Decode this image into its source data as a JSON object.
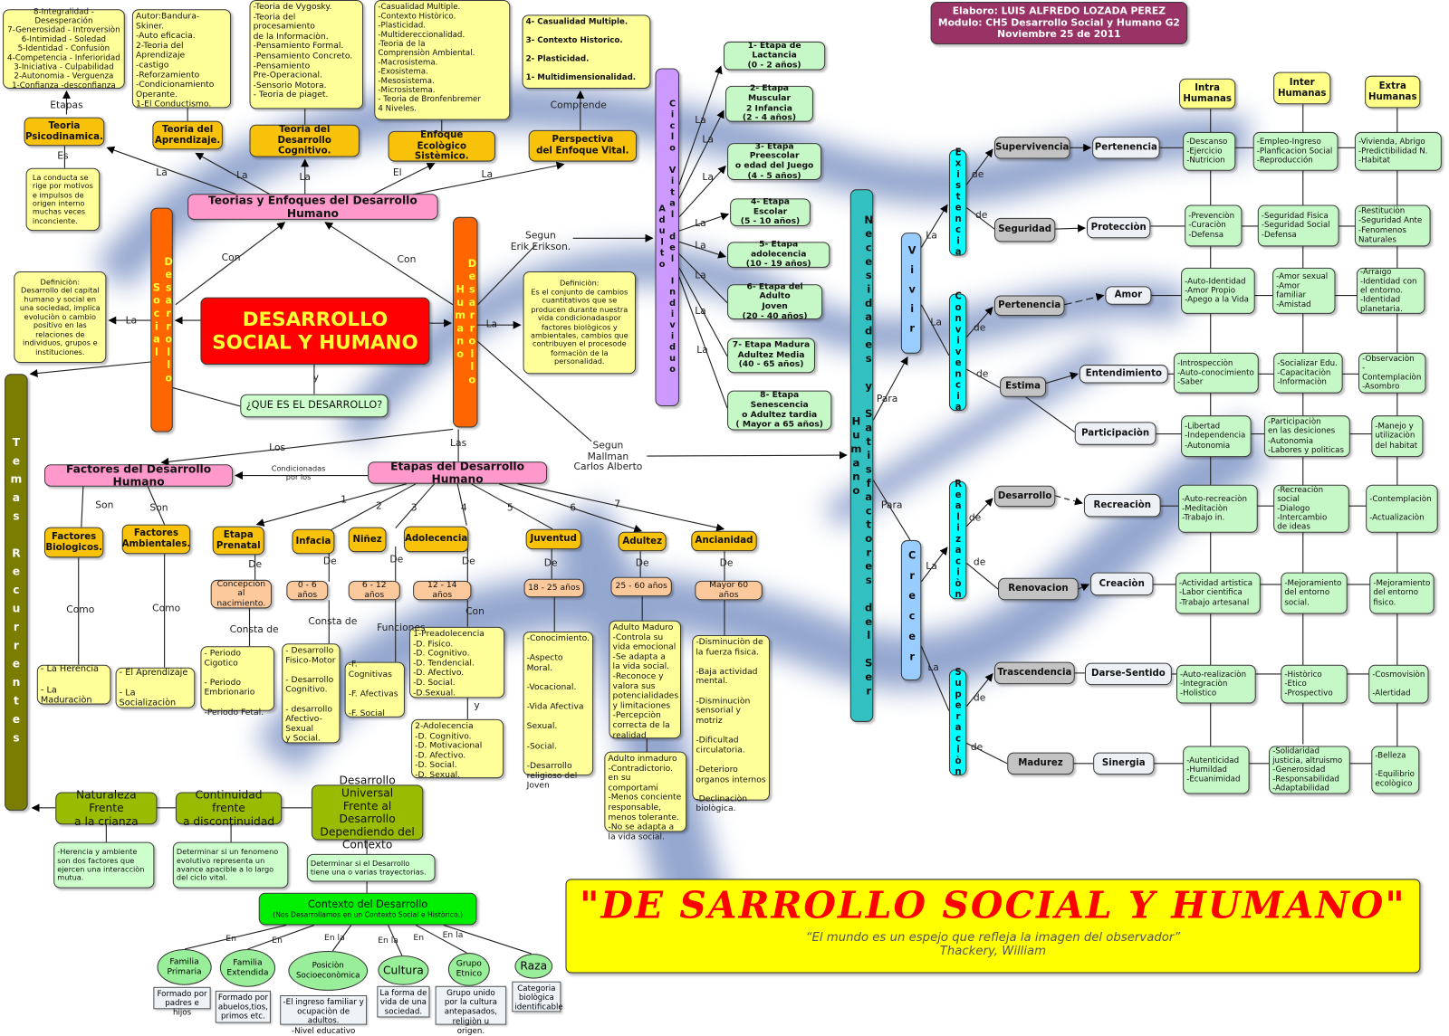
{
  "header": {
    "author": "Elaboro: LUIS ALFREDO LOZADA PEREZ\nModulo: CH5 Desarrollo Social y Humano G2\nNoviembre 25 de 2011"
  },
  "banner": {
    "title": "\"DE SARROLLO SOCIAL Y HUMANO\"",
    "quote": "“El mundo es un espejo que refleja la imagen del observador”\nThackery, William",
    "bg_color": "#ffff00",
    "title_color": "#ff0000"
  },
  "n": {
    "etapas_list": "8-Integralidad - Desesperación\n7-Generosidad - Introversiòn\n6-Intimidad - Soledad\n5-Identidad - Confusiòn\n4-Competencia - Inferioridad\n3-Iniciativa - Culpabilidad\n2-Autonomia - Verguenza\n1-Confianza -desconfianza",
    "psico": "Teoria\nPsicodinamica.",
    "conducta": "La conducta se\nrige por motivos\ne impulsos de\norigen interno\nmuchas veces\ninconciente.",
    "autor": "Autor:Bandura-Skiner.\n-Auto eficacia.\n2-Teoria del Aprendizaje\n-castigo\n-Reforzamiento\n-Condicionamiento\n Operante.\n1-El Conductismo.",
    "aprendizaje": "Teoria del\nAprendizaje.",
    "vygosky": "-Teoria de Vygosky.\n-Teoria del\n procesamiento\n de la Informaciòn.\n-Pensamiento Formal.\n-Pensamiento Concreto.\n-Pensamiento\n Pre-Operacional.\n-Sensorio Motora.\n- Teoria de piaget.",
    "cognitivo": "Teoria del Desarrollo\nCognitivo.",
    "bronfen": "-Casualidad Multiple.\n-Contexto Històrico.\n-Plasticidad.\n-Multidereccionalidad.\n-Teoria de la\nComprensiòn Ambiental.\n-Macrosistema.\n-Exosistema.\n-Mesosistema.\n-Microsistema.\n- Teoria de Bronfenbremer\n  4 Niveles.",
    "ecologico": "Enfoque\nEcològico Sistèmico.",
    "comprende_list": "4- Casualidad Multiple.\n\n3- Contexto Historico.\n\n2- Plasticidad.\n\n1- Multidimensionalidad.",
    "perspectiva": "Perspectiva\ndel Enfoque Vital.",
    "teorias": "Teorias y Enfoques  del Desarrollo Humano",
    "des_social": "Desarrollo  Social",
    "des_humano": "Desarrollo  Humano",
    "def_left": "Definiciòn:\nDesarrollo del capital humano y social en una sociedad, implica evoluciòn o cambio positivo en las relaciones de individuos, grupos e instituciones.",
    "main": "DESARROLLO\nSOCIAL Y HUMANO",
    "que_es": "¿QUE ES EL DESARROLLO?",
    "def_right": "Definiciòn:\nEs el conjunto de cambios cuantitativos que se producen durante nuestra vida condicionadaspor factores biològicos y ambientales, cambios que contribuyen el procesode formaciòn de la personalidad.",
    "temas": "Temas  Recurrentes",
    "ciclo": "Ciclo  Vital  del  Individuo  Adulto",
    "e1": "1- Etapa de Lactancia\n(0 - 2 años)",
    "e2": "2- Etapa Muscular\n2 Infancia\n(2 - 4 años)",
    "e3": "3- Etapa Preescolar\no edad del Juego\n(4 - 5 años)",
    "e4": "4- Etapa Escolar\n(5 - 10 años)",
    "e5": "5- Etapa adolecencia\n(10 - 19 años)",
    "e6": "6- Etapa del Adulto\nJoven\n(20 - 40 años)",
    "e7": "7- Etapa Madura\nAdultez Media\n(40 - 65 años)",
    "e8": "8- Etapa Senescencia\no Adultez tardia\n( Mayor a 65 años)",
    "factores": "Factores del Desarrollo Humano",
    "etapas": "Etapas del Desarrollo Humano",
    "f_bio": "Factores\nBiologicos.",
    "f_amb": "Factores\nAmbientales.",
    "prenatal": "Etapa\nPrenatal",
    "infacia": "Infacia",
    "ninez": "Niñez",
    "adolecencia": "Adolecencia",
    "juventud": "Juventud",
    "adultez": "Adultez",
    "ancianidad": "Ancianidad",
    "concepcion": "Concepciòn\nal nacimiento.",
    "a06": "0 - 6 años",
    "a612": "6 - 12 años",
    "a1214": "12 - 14 años",
    "a1825": "18 - 25 años",
    "a2560": "25 - 60 años",
    "a60": "Mayor 60 años",
    "herencia": "- La Herencia\n\n- La Maduraciòn",
    "aprend": "- El Aprendizaje\n\n- La Socializaciòn",
    "periodos": "- Periodo Cigotico\n\n- Periodo\n  Embrionario\n\n-Periodo Fetal.",
    "des_fisico": "- Desarrollo\n  Fisico-Motor\n\n- Desarrollo\n  Cognitivo.\n\n- desarrollo\n  Afectivo-\n  Sexual\n  y Social.",
    "funciones": "-F. Cognitivas\n\n-F. Afectivas\n\n-F. Social",
    "preado": "1-Preadolecencia\n-D. Fisico.\n-D. Cognitivo.\n-D. Tendencial.\n-D. Afectivo.\n-D. Social.\n-D.Sexual.",
    "ado2": "2-Adolecencia\n-D. Cognitivo.\n-D. Motivacional\n-D. Afectivo.\n-D. Social.\n-D. Sexual.",
    "juv_list": "-Conocimiento.\n\n-Aspecto Moral.\n\n-Vocacional.\n\n-Vida Afectiva\n\n Sexual.\n\n-Social.\n\n-Desarrollo\nreligioso del\nJoven",
    "maduro": "Adulto Maduro\n-Controla su\nvida emocional\n-Se adapta a\nla vida social.\n-Reconoce y\nvalora sus\npotencialidades\ny limitaciones\n-Percepciòn\ncorrecta de la\nrealidad",
    "inmaduro": "Adulto inmaduro\n-Contradictorio.\nen su comportami\n-Menos conciente\nresponsable,\nmenos tolerante.\n-No se adapta a\nla vida social.",
    "anc_list": "-Disminuciòn de\n la fuerza fisica.\n\n-Baja actividad\n mental.\n\n-Disminuciòn\nsensorial y motriz\n\n-Dificultad\n circulatoria.\n\n-Deterioro\norganos internos\n\n-Declinaciòn\nbiològica.",
    "necesidades": "Necesidades  y  Satisfactores  del  Ser  Humano",
    "vivir": "Vivir",
    "crecer": "Crecer",
    "existencia": "Existencia",
    "convivencia": "Convivencia",
    "realizacion": "Realizaciòn",
    "superacion": "Superaciòn",
    "supervivencia": "Supervivencia",
    "seguridad": "Seguridad",
    "pertenencia_g": "Pertenencia",
    "estima": "Estima",
    "desarrollo_g": "Desarrollo",
    "renovacion": "Renovacion",
    "trascendencia": "Trascendencia",
    "madurez": "Madurez",
    "pertenencia_w": "Pertenencia",
    "proteccion": "Protecciòn",
    "amor": "Amor",
    "entendimiento": "Entendimiento",
    "participacion": "Participaciòn",
    "recreacion": "Recreaciòn",
    "creacion": "Creaciòn",
    "darse": "Darse-Sentido",
    "sinergia": "Sinergia",
    "h_intra": "Intra\nHumanas",
    "h_inter": "Inter\nHumanas",
    "h_extra": "Extra\nHumanas",
    "naturaleza": "Naturaleza Frente\na la crianza",
    "continuidad": "Continuidad frente\na discontinuidad",
    "universal": "Desarrollo Universal\nFrente al Desarrollo\nDependiendo del\nContexto",
    "nat_desc": "-Herencia y ambiente\nson dos factores que\nejercen una interacciòn\nmutua.",
    "con_desc": "Determinar si un fenomeno\nevolutivo representa un\navance apacible a lo largo\ndel ciclo vital.",
    "uni_desc": "Determinar si el Desarrollo\ntiene una o varias trayectorias.",
    "contexto": "Contexto del Desarrollo",
    "contexto_sub": "(Nos Desarrollamos en un Contexto Social e Històrico.)"
  },
  "grid": [
    [
      "-Descanso\n-Ejercicio\n-Nutricion",
      "-Empleo-Ingreso\n-Planficacion Social\n-Reproducción",
      "-Vivienda, Abrigo\n-Predictibilidad N.\n-Habitat"
    ],
    [
      "-Prevenciòn\n-Curaciòn\n-Defensa",
      "-Seguridad Fisica\n-Seguridad Social\n-Defensa",
      "-Restituciòn\n-Seguridad Ante\n-Fenomenos\n Naturales"
    ],
    [
      "-Auto-Identidad\n-Amor Propio\n-Apego a la Vida",
      "-Amor sexual\n-Amor familiar\n-Amistad",
      "-Arraigo\n-Identidad con\n el entorno.\n-Identidad\n planetaria."
    ],
    [
      "-Introspecciòn\n-Auto-conocimiento\n-Saber",
      "-Socializar Edu.\n-Capacitaciòn\n-Informaciòn",
      "-Observaciòn\n-Contemplaciòn\n-Asombro"
    ],
    [
      "-Libertad\n-Independencia\n-Autonomia",
      "-Participaciòn\nen las desiciones\n-Autonomia\n-Labores y politicas",
      "-Manejo y\nutilizaciòn\ndel habitat"
    ],
    [
      "-Auto-recreaciòn\n-Meditaciòn\n-Trabajo in.",
      "-Recreaciòn social\n-Dialogo\n-Intercambio\n de ideas",
      "-Contemplaciòn\n\n-Actualizaciòn"
    ],
    [
      "-Actividad artistica\n-Labor cientifica\n-Trabajo artesanal",
      "-Mejoramiento\ndel entorno\nsocial.",
      "-Mejoramiento\ndel entorno\nfisico."
    ],
    [
      "-Auto-realizaciòn\n-Integraciòn\n-Holistico",
      "-Històrico\n-Etico\n-Prospectivo",
      "-Cosmovisiòn\n\n-Alertidad"
    ],
    [
      "-Autenticidad\n-Humildad\n-Ecuanimidad",
      "-Solidaridad\njusticia, altruismo\n-Generosidad\n-Responsabilidad\n-Adaptabilidad",
      "-Belleza\n\n-Equilibrio\necològico"
    ]
  ],
  "contexts": [
    {
      "name": "Familia\nPrimaria",
      "desc": "Formado por\npadres e hijos",
      "link": "En"
    },
    {
      "name": "Familia\nExtendida",
      "desc": "Formado por\nabuelos,tios,\nprimos etc.",
      "link": "En"
    },
    {
      "name": "Posiciòn\nSocioeconòmica",
      "desc": "-El ingreso familiar y\n ocupaciòn de adultos.\n-Nivel educativo",
      "link": "En la"
    },
    {
      "name": "Cultura",
      "desc": "La forma de\nvida de una\nsociedad.",
      "link": "En la"
    },
    {
      "name": "Grupo\nEtnico",
      "desc": "Grupo unido\npor la cultura\nantepasados,\nreligiòn u origen.",
      "link": "En"
    },
    {
      "name": "Raza",
      "desc": "Categoria\nbiològica\nidentificable",
      "link": "En la"
    }
  ],
  "links": [
    "Etapas",
    "Es",
    "La",
    "La",
    "La",
    "El",
    "La",
    "Comprende",
    "Con",
    "Con",
    "La",
    "La",
    "y",
    "Segun\nErik Erikson.",
    "Los",
    "Las",
    "Condicionadas\npor los",
    "Son",
    "Son",
    "1",
    "2",
    "3",
    "4",
    "5",
    "6",
    "7",
    "De",
    "De",
    "De",
    "De",
    "De",
    "De",
    "De",
    "Como",
    "Como",
    "Consta de",
    "Consta de",
    "Funciones",
    "Con",
    "y",
    "Segun\nMallman\nCarlos Alberto",
    "La",
    "La",
    "La",
    "La",
    "La",
    "La",
    "La",
    "La",
    "Para",
    "Para",
    "La",
    "La",
    "La",
    "La",
    "de",
    "de",
    "de",
    "de",
    "de",
    "de",
    "de",
    "de"
  ],
  "colors": {
    "gold": "#f9c20a",
    "light_yellow": "#ffff99",
    "pink": "#ff99cc",
    "mint": "#c6f7c6",
    "peach": "#fbc99b",
    "olive": "#7b7d00",
    "orange": "#ff6600",
    "red": "#ff0000",
    "purple": "#cc99ff",
    "teal": "#33c0c0",
    "cyan": "#00ffff",
    "light_blue": "#99ccff",
    "plum": "#993366",
    "lime": "#00ee00"
  }
}
